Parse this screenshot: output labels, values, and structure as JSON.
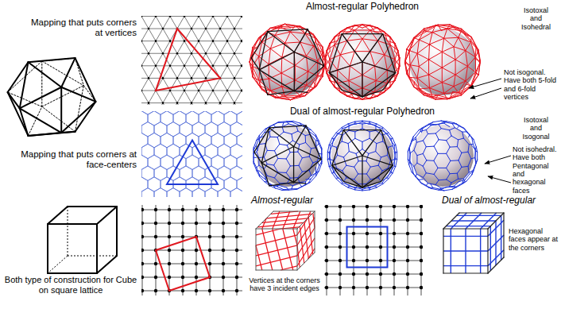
{
  "diagram": {
    "labels": [
      "Mapping that puts corners at vertices",
      "Almost-regular Polyhedron",
      "Isotoxal and Isohedral",
      "Not isogonal. Have both 5-fold and 6-fold vertices",
      "Dual of almost-regular Polyhedron",
      "Mapping that puts corners at face-centers",
      "Isotoxal and Isogonal",
      "Not isohedral. Have both Pentagonal and hexagonal faces",
      "Almost-regular",
      "Vertices at the corners have 3 incident edges",
      "Dual of almost-regular",
      "Hexagonal faces appear at the corners",
      "Both type of construction for Cube on square lattice"
    ]
  }
}
